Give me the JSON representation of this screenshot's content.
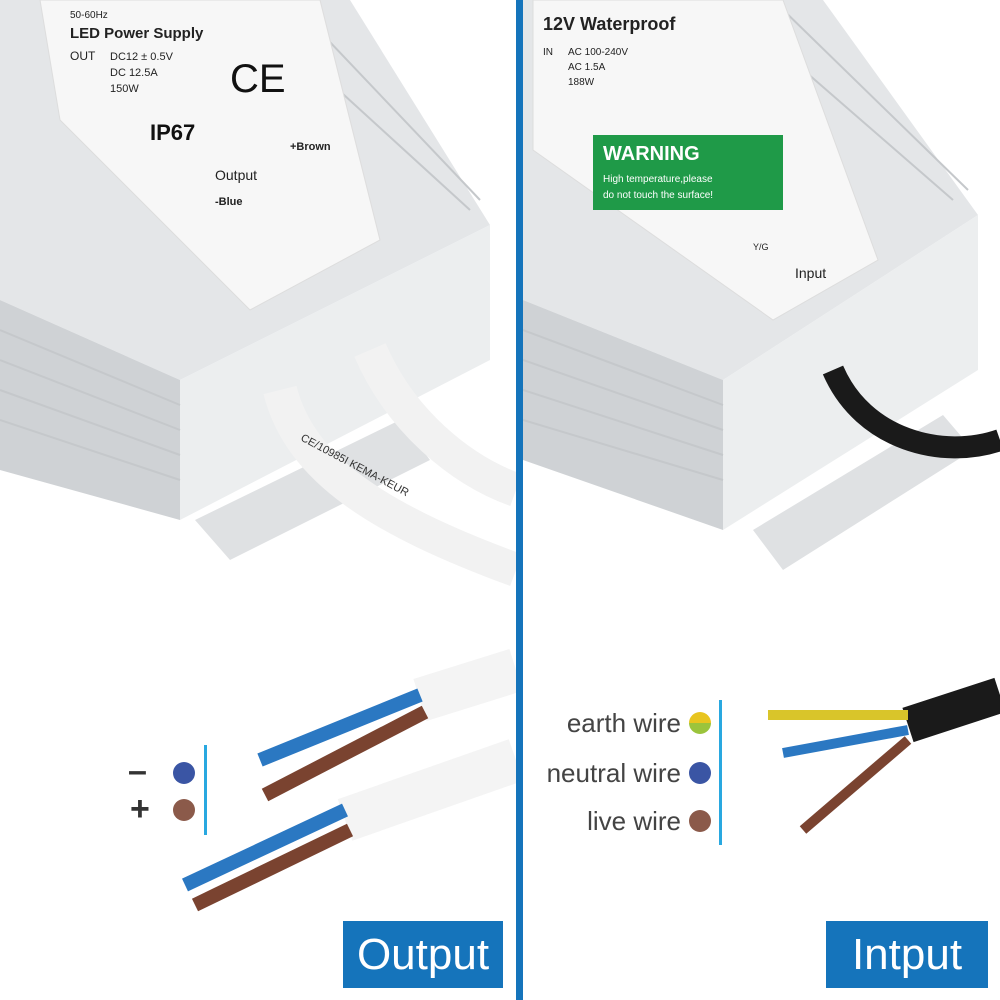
{
  "output_panel": {
    "tag": "Output",
    "label_text": {
      "title": "LED Power Supply",
      "freq": "50-60Hz",
      "out": "OUT",
      "v": "DC12 ± 0.5V",
      "i": "DC 12.5A",
      "p": "150W",
      "ce": "CE",
      "ip": "IP67",
      "output": "Output",
      "plus": "+Brown",
      "minus": "-Blue",
      "cable": "CE/10985I KEMA-KEUR"
    },
    "legend": [
      {
        "sign": "–",
        "color": "#3a55a4"
      },
      {
        "sign": "+",
        "color": "#8b5a4a"
      }
    ]
  },
  "input_panel": {
    "tag": "Intput",
    "label_text": {
      "title": "12V Waterproof",
      "in": "IN",
      "v": "AC 100-240V",
      "i": "AC 1.5A",
      "p": "188W",
      "warning": "WARNING",
      "warning_sub1": "High temperature,please",
      "warning_sub2": "do not touch the surface!",
      "input": "Input",
      "yg": "Y/G"
    },
    "legend": [
      {
        "label": "earth wire",
        "color": "#9bc43c",
        "color2": "#e8c51f"
      },
      {
        "label": "neutral wire",
        "color": "#3a55a4"
      },
      {
        "label": "live wire",
        "color": "#8b5a4a"
      }
    ]
  },
  "colors": {
    "accent": "#1574bb",
    "warning_green": "#1f9a48"
  }
}
